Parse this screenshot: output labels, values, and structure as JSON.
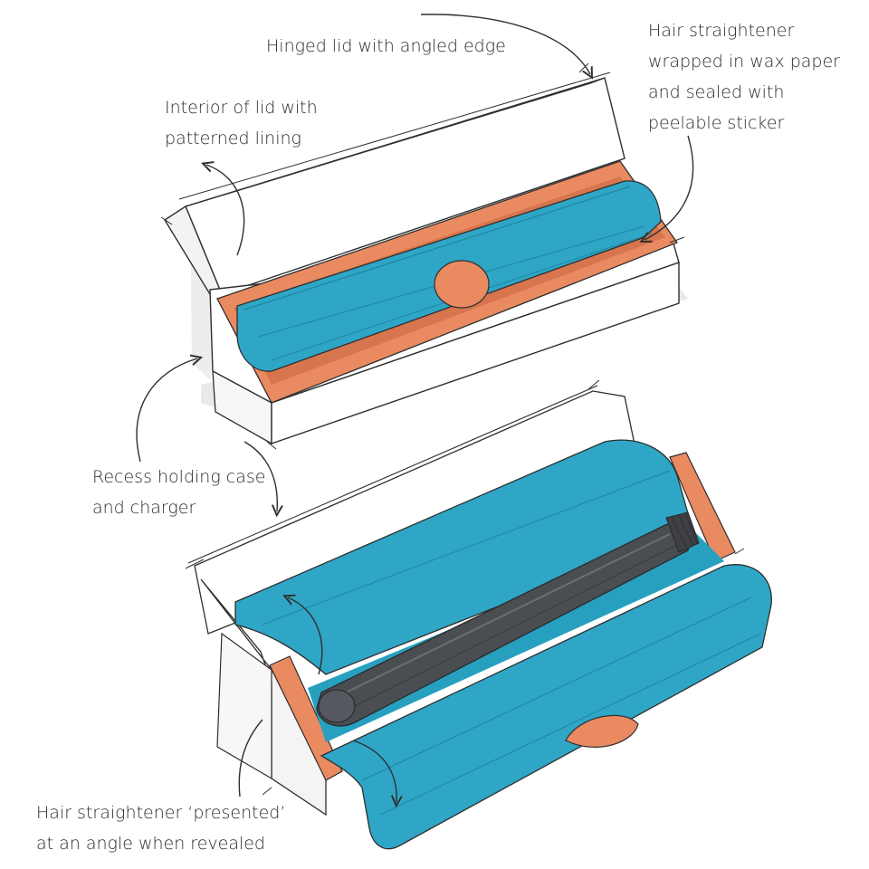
{
  "annotations": {
    "hinged_lid": [
      "Hinged lid with angled edge"
    ],
    "wrapped": [
      "Hair straightener",
      "wrapped in wax paper",
      "and sealed with",
      "peelable sticker"
    ],
    "interior": [
      "Interior of lid with",
      "patterned lining"
    ],
    "recess": [
      "Recess holding case",
      "and charger"
    ],
    "presented": [
      "Hair straightener ‘presented’",
      "at an angle when revealed"
    ]
  },
  "colors": {
    "wrap_blue": "#2fa6c6",
    "wrap_blue_dark": "#1f86a3",
    "lining_orange": "#e98a61",
    "lining_orange_dark": "#c9653f",
    "straightener_dark": "#4a4d52",
    "shadow_grey": "#e6e6e6",
    "sketch_line": "#2f2f2f"
  }
}
